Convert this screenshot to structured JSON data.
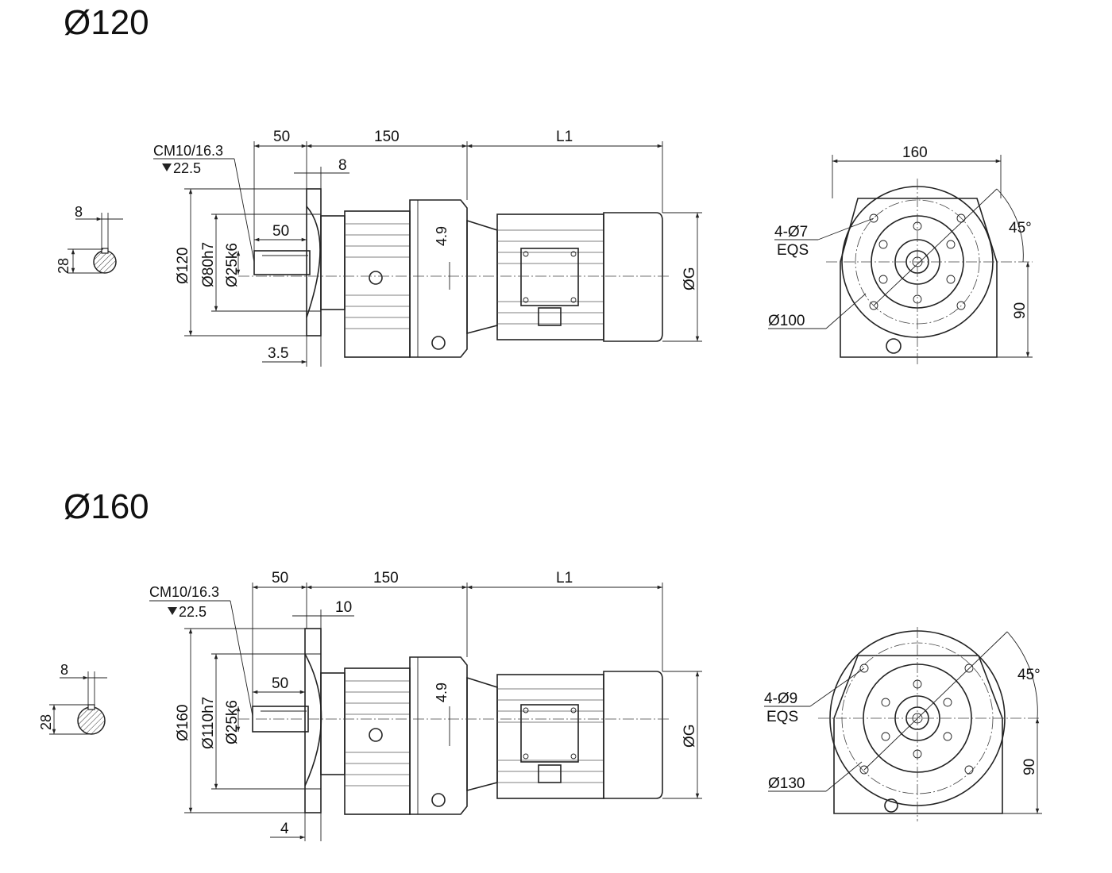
{
  "sections": [
    {
      "title": "Ø120",
      "key": {
        "width": "8",
        "height": "28"
      },
      "thread": {
        "line1": "CM10/16.3",
        "line2": "22.5"
      },
      "dims": {
        "shaft_len": "50",
        "body_len": "150",
        "motor_len": "L1",
        "flange_t": "8",
        "key_len": "50",
        "gap": "3.5",
        "offset": "4.9",
        "flange_d": "Ø120",
        "pilot_d": "Ø80h7",
        "shaft_d": "Ø25k6",
        "motor_d": "ØG"
      },
      "end_view": {
        "width": "160",
        "holes": "4-Ø7",
        "eqs": "EQS",
        "pcd": "Ø100",
        "angle": "45°",
        "height": "90"
      }
    },
    {
      "title": "Ø160",
      "key": {
        "width": "8",
        "height": "28"
      },
      "thread": {
        "line1": "CM10/16.3",
        "line2": "22.5"
      },
      "dims": {
        "shaft_len": "50",
        "body_len": "150",
        "motor_len": "L1",
        "flange_t": "10",
        "key_len": "50",
        "gap": "4",
        "offset": "4.9",
        "flange_d": "Ø160",
        "pilot_d": "Ø110h7",
        "shaft_d": "Ø25k6",
        "motor_d": "ØG"
      },
      "end_view": {
        "holes": "4-Ø9",
        "eqs": "EQS",
        "pcd": "Ø130",
        "angle": "45°",
        "height": "90"
      }
    }
  ]
}
